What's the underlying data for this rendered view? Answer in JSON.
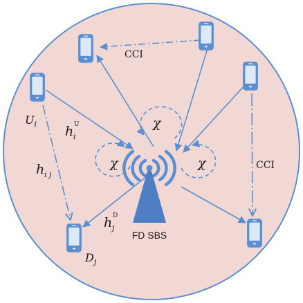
{
  "diagram": {
    "colors": {
      "cell_fill": "#f2d8d5",
      "cell_stroke": "#5b8fcf",
      "arrow": "#5b8fcf",
      "device": "#5b8fcf",
      "device_screen": "#dbe9fa"
    },
    "labels": {
      "bs": "FD SBS",
      "cci_top": "CCI",
      "cci_right": "CCI",
      "chi_top": "χ",
      "chi_left": "χ",
      "chi_right": "χ",
      "ui_main": "U",
      "ui_sub": "i",
      "dj_main": "D",
      "dj_sub": "j",
      "hiu_main": "h",
      "hiu_sub": "i",
      "hiu_sup": "U",
      "hjd_main": "h",
      "hjd_sub": "j",
      "hjd_sup": "D",
      "hij_main": "h",
      "hij_sub": "i j"
    },
    "icons": {
      "base_station": "antenna-tower-icon",
      "device": "smartphone-icon"
    }
  }
}
